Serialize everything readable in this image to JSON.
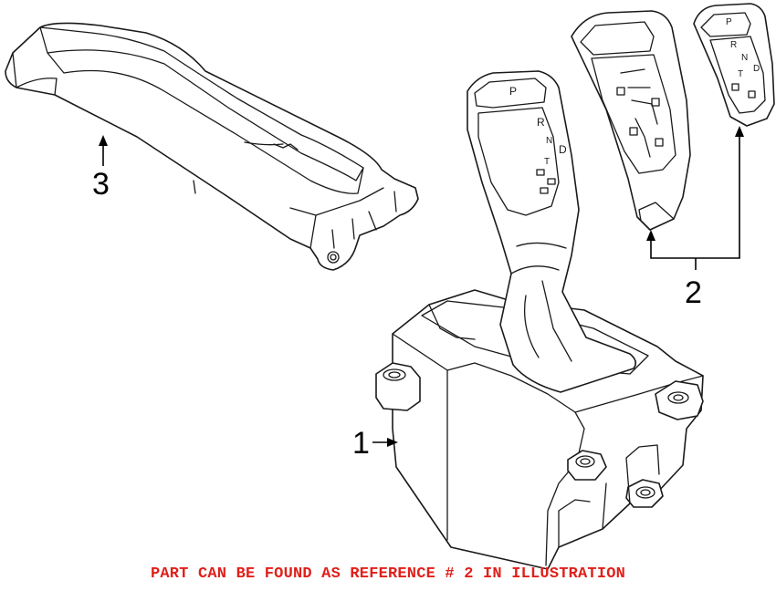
{
  "callouts": {
    "ref1": "1",
    "ref2": "2",
    "ref3": "3"
  },
  "shifter_glyphs": {
    "park": "P",
    "reverse": "R",
    "neutral": "N",
    "drive": "D",
    "tiptronic": "T"
  },
  "notice": {
    "text": "PART CAN BE FOUND AS REFERENCE # 2 IN ILLUSTRATION",
    "color": "#e0201b"
  },
  "colors": {
    "line": "#1a1a1a",
    "background": "#ffffff"
  }
}
